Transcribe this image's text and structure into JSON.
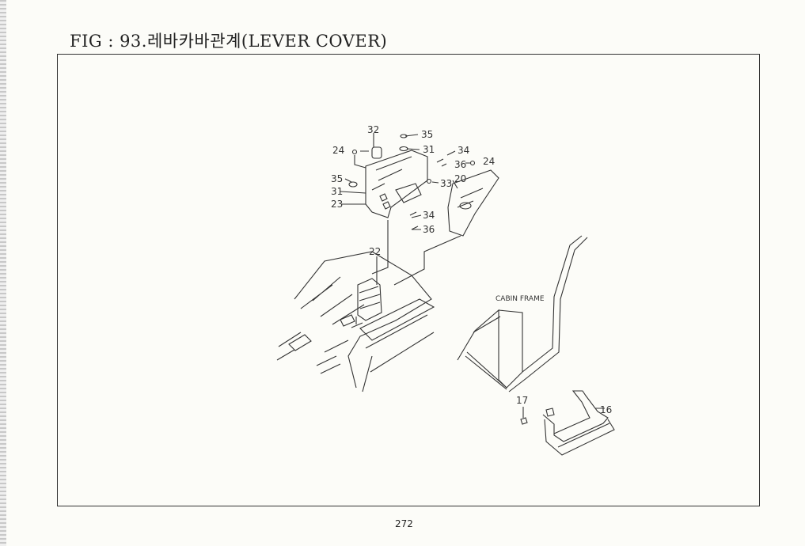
{
  "header": {
    "title": "FIG : 93.레바카바관계(LEVER COVER)"
  },
  "callouts": {
    "c32": "32",
    "c35a": "35",
    "c24a": "24",
    "c31a": "31",
    "c34a": "34",
    "c36a": "36",
    "c24b": "24",
    "c35b": "35",
    "c33": "33",
    "c20": "20",
    "c31b": "31",
    "c23": "23",
    "c34b": "34",
    "c36b": "36",
    "c22": "22",
    "c17": "17",
    "c16": "16"
  },
  "cabin_label": "CABIN FRAME",
  "footer": {
    "page_number": "272"
  }
}
